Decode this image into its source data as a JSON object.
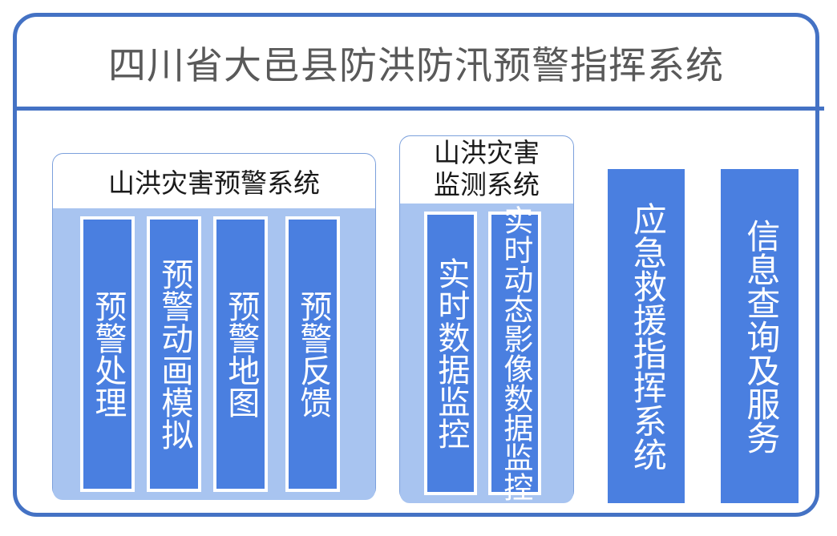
{
  "header": {
    "title": "四川省大邑县防洪防汛预警指挥系统",
    "title_color": "#595959",
    "frame_color": "#4472C4"
  },
  "theme": {
    "frame_border": "#4472C4",
    "panel_border": "#7BA0DC",
    "panel_body_fill": "#A8C4F0",
    "block_fill": "#4A7FE0",
    "block_border": "#FFFFFF",
    "block_text": "#FFFFFF"
  },
  "panels": [
    {
      "id": "warning",
      "title": "山洪灾害预警系统",
      "columns": [
        {
          "label": "预警处理"
        },
        {
          "label": "预警动画模拟"
        },
        {
          "label": "预警地图"
        },
        {
          "label": "预警反馈"
        }
      ]
    },
    {
      "id": "monitor",
      "title_line1": "山洪灾害",
      "title_line2": "监测系统",
      "title": "山洪灾害监测系统",
      "columns": [
        {
          "label": "实时数据监控"
        },
        {
          "label": "实时动态影像数据监控"
        }
      ]
    }
  ],
  "standalone_columns": [
    {
      "id": "emergency",
      "label": "应急救援指挥系统"
    },
    {
      "id": "info",
      "label": "信息查询及服务"
    }
  ]
}
